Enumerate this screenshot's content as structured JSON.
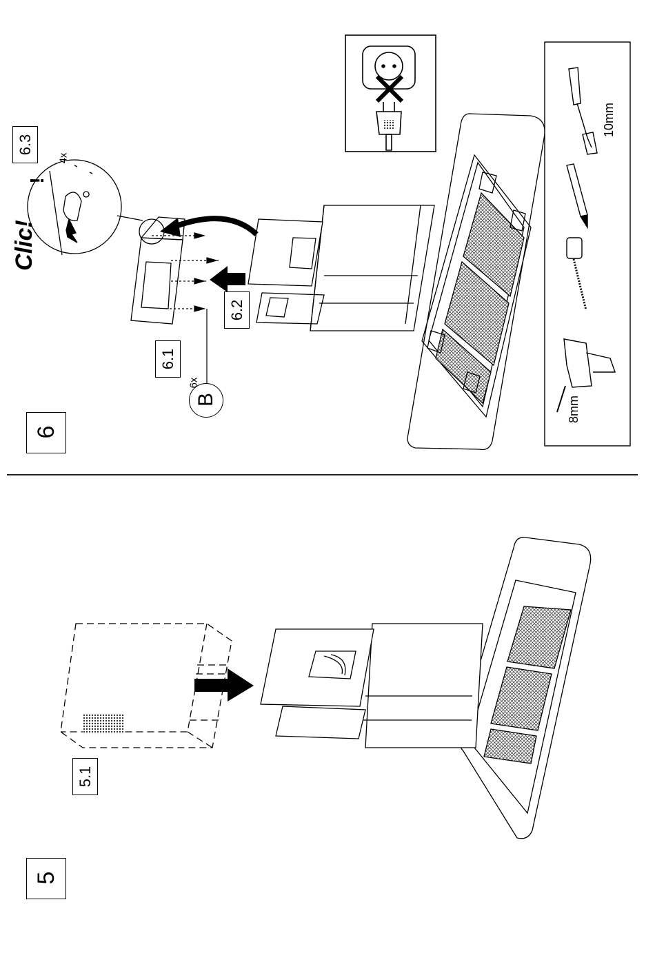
{
  "step6": {
    "number": "6",
    "substeps": [
      "6.1",
      "6.2",
      "6.3"
    ],
    "screw_letter": "B",
    "screw_qty": "6x",
    "clip_qty": "4x",
    "clip_text": "Clic!",
    "warning_symbol": "!",
    "unplug_icon": "do-not-plug-icon",
    "tools": [
      {
        "icon": "screwdriver-icon",
        "label": "10mm"
      },
      {
        "icon": "pencil-icon",
        "label": ""
      },
      {
        "icon": "tape-measure-icon",
        "label": ""
      },
      {
        "icon": "drill-icon",
        "label": "8mm"
      }
    ]
  },
  "step5": {
    "number": "5",
    "substeps": [
      "5.1"
    ]
  },
  "colors": {
    "ink": "#000000",
    "paper": "#ffffff",
    "mesh": "#6a6a6a"
  }
}
